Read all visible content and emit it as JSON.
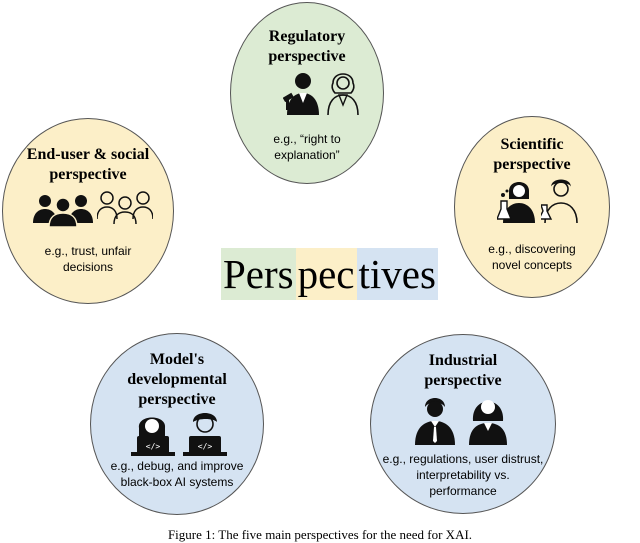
{
  "colors": {
    "green": "#dcebd3",
    "yellow": "#fcefc8",
    "blue": "#d5e3f2"
  },
  "center_word": {
    "part1": "Pers",
    "part2": "pec",
    "part3": "tives"
  },
  "nodes": {
    "regulatory": {
      "title_line1": "Regulatory",
      "title_line2": "perspective",
      "desc_line1": "e.g., “right to",
      "desc_line2": "explanation”",
      "icons": [
        "judge-gavel-icon",
        "lawyer-icon"
      ]
    },
    "scientific": {
      "title_line1": "Scientific",
      "title_line2": "perspective",
      "desc_line1": "e.g., discovering",
      "desc_line2": "novel concepts",
      "icons": [
        "scientist-flask-icon",
        "scientist-flask-icon"
      ]
    },
    "enduser": {
      "title_line1": "End-user & social",
      "title_line2": "perspective",
      "desc_line1": "e.g., trust, unfair",
      "desc_line2": "decisions",
      "icons": [
        "group-users-filled-icon",
        "group-users-outline-icon"
      ]
    },
    "model": {
      "title_line1": "Model's",
      "title_line2": "developmental",
      "title_line3": "perspective",
      "desc_line1": "e.g., debug, and improve",
      "desc_line2": "black-box AI systems",
      "icons": [
        "developer-laptop-icon",
        "developer-laptop-icon"
      ]
    },
    "industrial": {
      "title_line1": "Industrial",
      "title_line2": "perspective",
      "desc_line1": "e.g., regulations, user distrust,",
      "desc_line2": "interpretability vs.",
      "desc_line3": "performance",
      "icons": [
        "businessman-icon",
        "businesswoman-icon"
      ]
    }
  },
  "caption": "Figure 1: The five main perspectives for the need for XAI."
}
